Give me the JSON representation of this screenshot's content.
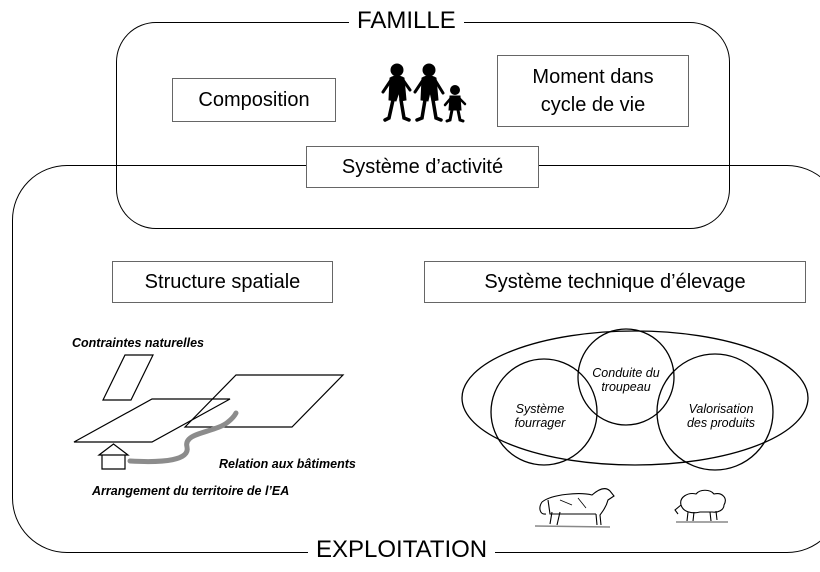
{
  "famille": {
    "title": "FAMILLE",
    "composition": "Composition",
    "moment_line1": "Moment dans",
    "moment_line2": "cycle de vie"
  },
  "systeme_activite": "Système d’activité",
  "exploitation": {
    "title": "EXPLOITATION",
    "structure_spatiale": "Structure spatiale",
    "systeme_technique": "Système technique d’élevage",
    "contraintes": "Contraintes naturelles",
    "relation": "Relation aux bâtiments",
    "arrangement": "Arrangement du territoire de l’EA",
    "conduite_line1": "Conduite du",
    "conduite_line2": "troupeau",
    "fourrager_line1": "Système",
    "fourrager_line2": "fourrager",
    "valorisation_line1": "Valorisation",
    "valorisation_line2": "des produits"
  },
  "icons": [
    "family-icon",
    "house-icon",
    "cow-icon",
    "sheep-icon"
  ]
}
